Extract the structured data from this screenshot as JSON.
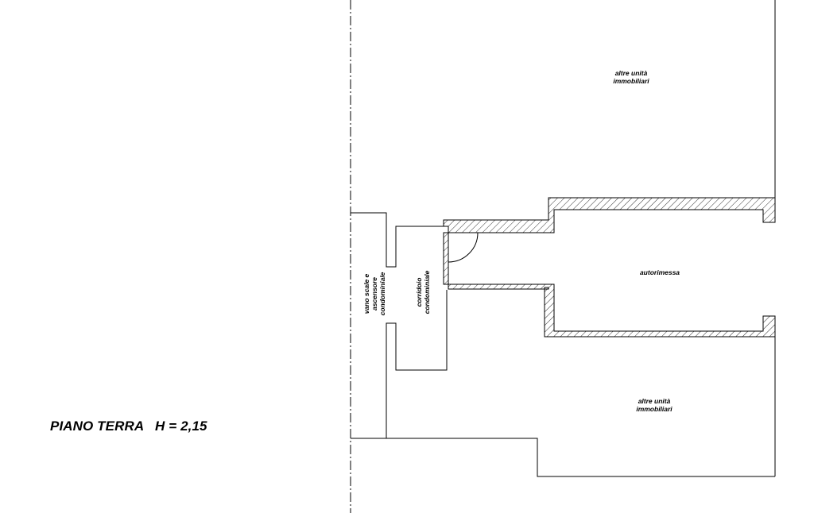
{
  "title": "PIANO TERRA   H = 2,15",
  "rooms": {
    "upper_other_units": [
      "altre unità",
      "immobiliari"
    ],
    "garage": "autorimessa",
    "lower_other_units": [
      "altre unità",
      "immobiliari"
    ],
    "stair_lift": [
      "vano scale e",
      "ascensore",
      "condominiale"
    ],
    "corridor": [
      "corridoio",
      "condominiale"
    ]
  }
}
